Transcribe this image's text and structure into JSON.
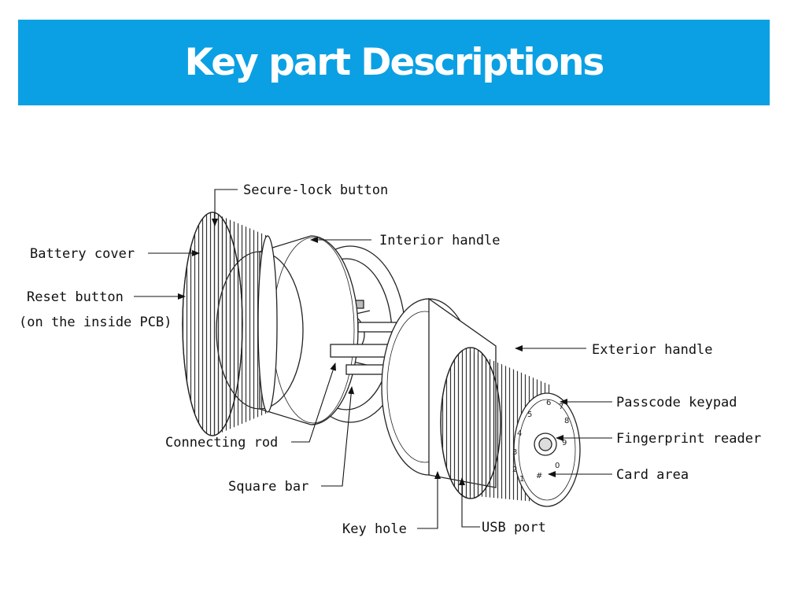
{
  "header": {
    "title": "Key part Descriptions"
  },
  "colors": {
    "banner": "#0ba0e3",
    "line": "#1a1a1a"
  },
  "labels": {
    "secure_lock_button": "Secure-lock button",
    "interior_handle": "Interior handle",
    "battery_cover": "Battery cover",
    "reset_button": "Reset button",
    "reset_button_note": "(on the inside PCB)",
    "exterior_handle": "Exterior handle",
    "passcode_keypad": "Passcode keypad",
    "fingerprint_reader": "Fingerprint reader",
    "card_area": "Card area",
    "connecting_rod": "Connecting rod",
    "square_bar": "Square bar",
    "key_hole": "Key hole",
    "usb_port": "USB port"
  },
  "keypad": {
    "keys": [
      "1",
      "2",
      "3",
      "4",
      "5",
      "6",
      "7",
      "8",
      "9",
      "0",
      "#"
    ]
  }
}
